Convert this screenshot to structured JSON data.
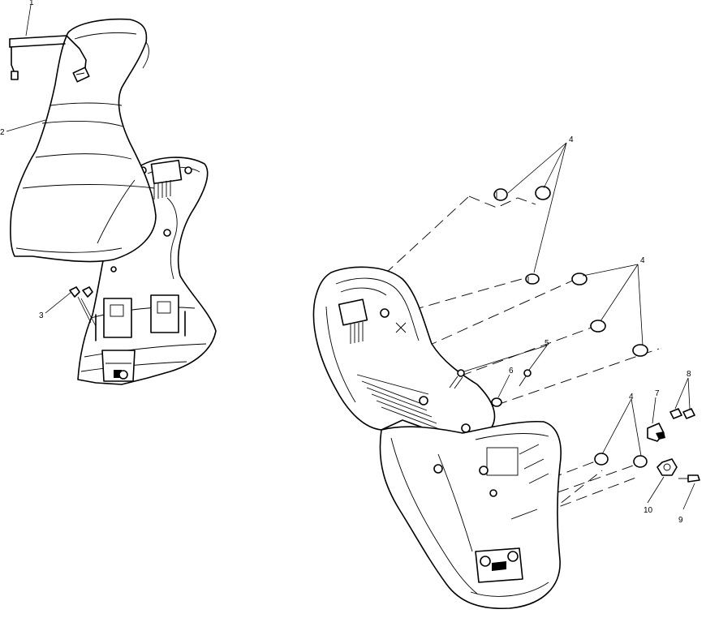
{
  "callouts": {
    "c1": "1",
    "c2": "2",
    "c3": "3",
    "c4a": "4",
    "c4b": "4",
    "c4c": "4",
    "c5": "5",
    "c6": "6",
    "c7": "7",
    "c8": "8",
    "c9": "9",
    "c10": "10"
  }
}
